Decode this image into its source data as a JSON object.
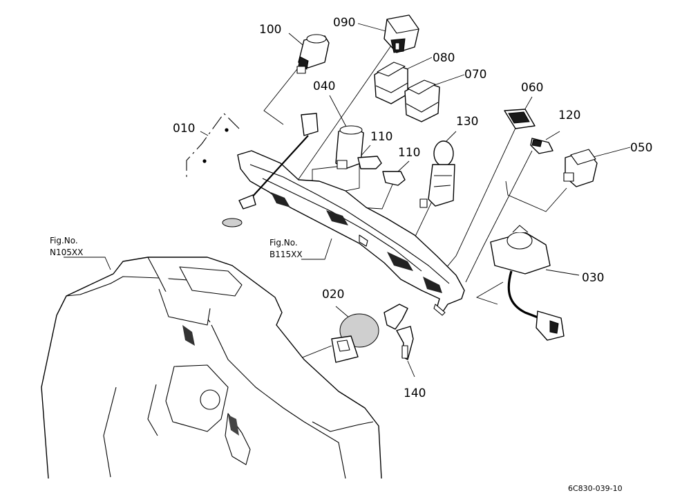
{
  "diagram": {
    "callouts": [
      {
        "id": "100",
        "label": "100"
      },
      {
        "id": "090",
        "label": "090"
      },
      {
        "id": "080",
        "label": "080"
      },
      {
        "id": "070",
        "label": "070"
      },
      {
        "id": "040",
        "label": "040"
      },
      {
        "id": "060",
        "label": "060"
      },
      {
        "id": "010",
        "label": "010"
      },
      {
        "id": "110a",
        "label": "110"
      },
      {
        "id": "110b",
        "label": "110"
      },
      {
        "id": "130",
        "label": "130"
      },
      {
        "id": "120",
        "label": "120"
      },
      {
        "id": "050",
        "label": "050"
      },
      {
        "id": "030",
        "label": "030"
      },
      {
        "id": "020",
        "label": "020"
      },
      {
        "id": "140",
        "label": "140"
      }
    ],
    "figure_refs": [
      {
        "line1": "Fig.No.",
        "line2": "N105XX"
      },
      {
        "line1": "Fig.No.",
        "line2": "B115XX"
      }
    ],
    "drawing_code": "6C830-039-10"
  }
}
